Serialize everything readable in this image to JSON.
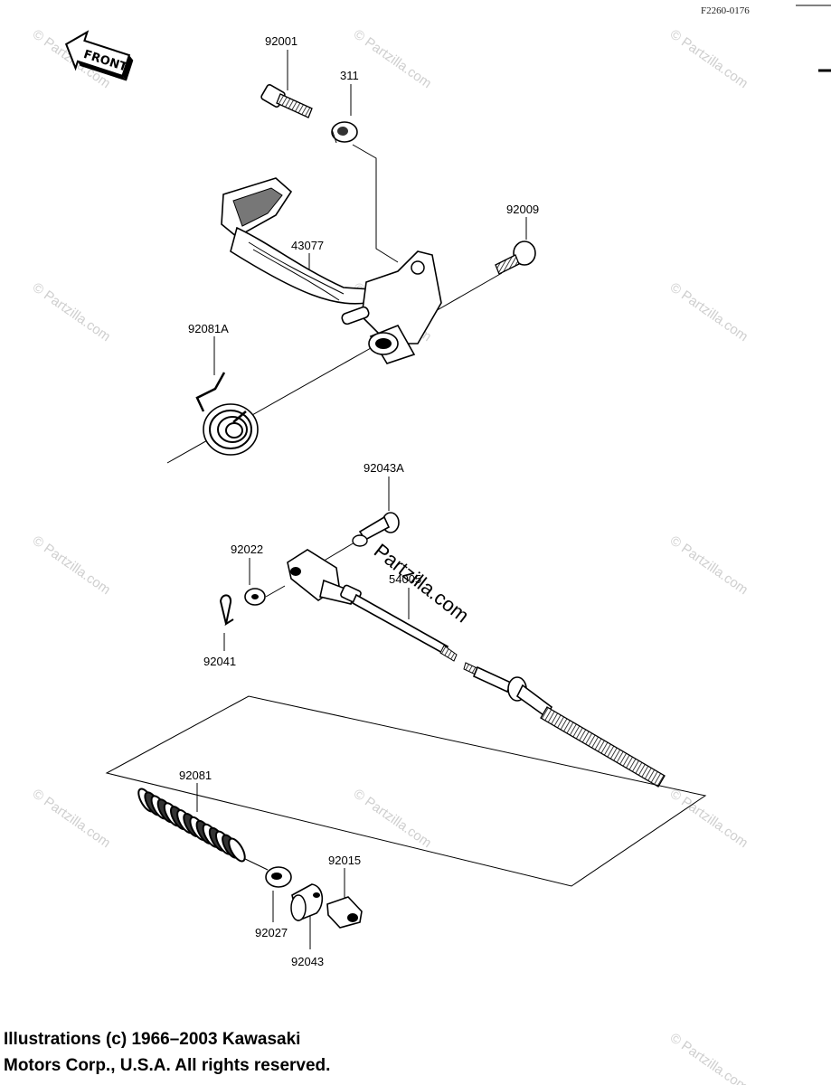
{
  "diagram": {
    "code": "F2260-0176",
    "front_badge": "FRONT",
    "watermark_text": "© Partzilla.com",
    "center_watermark": "Partzilla.com",
    "labels": {
      "p92001": "92001",
      "p311": "311",
      "p92009": "92009",
      "p43077": "43077",
      "p92081A": "92081A",
      "p92043A": "92043A",
      "p92022": "92022",
      "p54005": "54005",
      "p92041": "92041",
      "p92081": "92081",
      "p92015": "92015",
      "p92027": "92027",
      "p92043": "92043"
    }
  },
  "footer": {
    "line1": "Illustrations (c) 1966–2003 Kawasaki",
    "line2": "Motors Corp., U.S.A.  All rights reserved."
  }
}
